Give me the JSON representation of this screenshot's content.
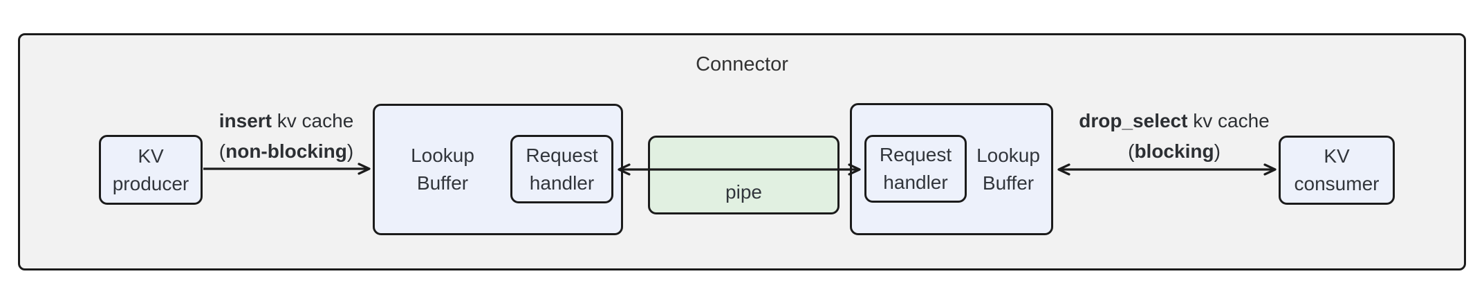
{
  "diagram": {
    "title": "Connector",
    "nodes": {
      "kv_producer": {
        "line1": "KV",
        "line2": "producer"
      },
      "lookup_buffer_left": {
        "line1": "Lookup",
        "line2": "Buffer"
      },
      "request_handler_left": {
        "line1": "Request",
        "line2": "handler"
      },
      "pipe": {
        "label": "pipe"
      },
      "request_handler_right": {
        "line1": "Request",
        "line2": "handler"
      },
      "lookup_buffer_right": {
        "line1": "Lookup",
        "line2": "Buffer"
      },
      "kv_consumer": {
        "line1": "KV",
        "line2": "consumer"
      }
    },
    "edges": {
      "insert": {
        "bold": "insert",
        "rest": " kv cache",
        "pre": "(",
        "bold2": "non-blocking",
        "post": ")",
        "direction": "right"
      },
      "pipe_link": {
        "direction": "both"
      },
      "drop_select": {
        "bold": "drop_select",
        "rest": " kv cache",
        "pre": "(",
        "bold2": "blocking",
        "post": ")",
        "direction": "both"
      }
    },
    "colors": {
      "node_fill": "#edf1fb",
      "pipe_fill": "#e1f0e1",
      "container_fill": "#f2f2f2",
      "border": "#1b1b1b",
      "text": "#333333",
      "background": "#ffffff"
    }
  }
}
